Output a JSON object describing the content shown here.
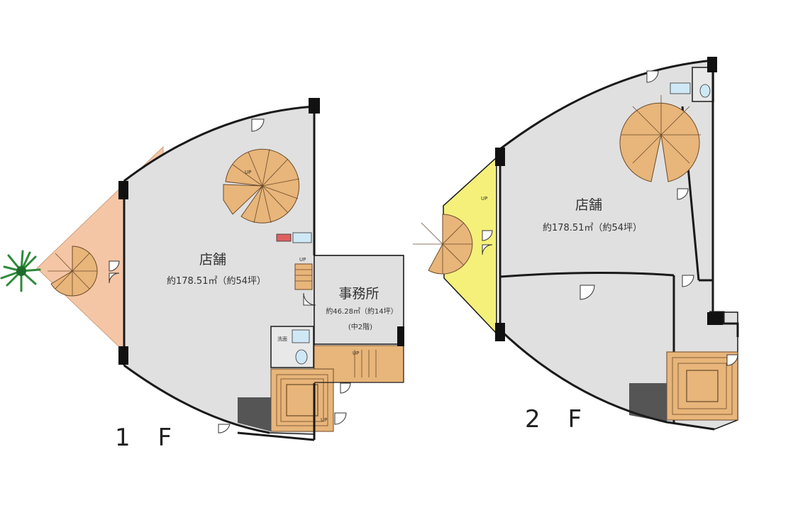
{
  "floor_1": {
    "label": "1 F",
    "shop": {
      "name": "店舗",
      "area": "約178.51㎡（約54坪）"
    },
    "office": {
      "name": "事務所",
      "area": "約46.28㎡（約14坪）",
      "note": "(中2階)"
    },
    "wc_label": "洗面",
    "up_labels": [
      "UP",
      "UP",
      "UP",
      "UP"
    ]
  },
  "floor_2": {
    "label": "2 F",
    "shop": {
      "name": "店舗",
      "area": "約178.51㎡（約54坪）"
    },
    "up_labels": [
      "UP"
    ]
  },
  "colors": {
    "floor": "#e0e0e0",
    "stair": "#e8b57a",
    "terrace_1f": "#f5c6a5",
    "terrace_2f": "#f5f07a",
    "wall": "#1a1a1a",
    "plant": "#2f8a3a"
  },
  "icons": [
    "plant-icon",
    "spiral-stair-icon",
    "door-icon",
    "toilet-icon",
    "sink-icon"
  ]
}
